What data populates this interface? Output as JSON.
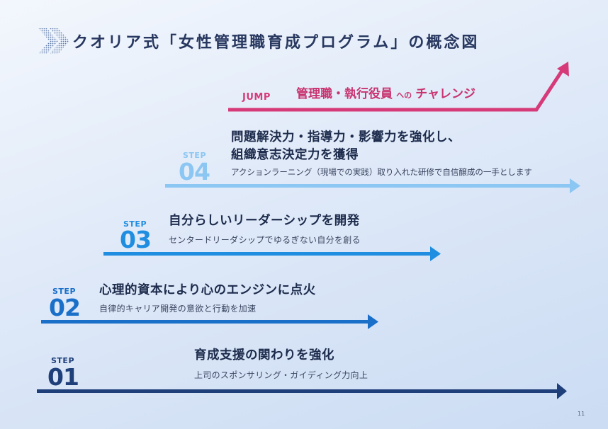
{
  "title": "クオリア式「女性管理職育成プログラム」の概念図",
  "page_number": "11",
  "jump": {
    "label": "JUMP",
    "text_main": "管理職・執行役員",
    "text_particle": "への",
    "text_end": "チャレンジ",
    "color": "#d63a78"
  },
  "steps": [
    {
      "label": "STEP",
      "number": "04",
      "heading_line1": "問題解決力・指導力・影響力を強化し、",
      "heading_line2": "組織意志決定力を獲得",
      "description": "アクションラーニング（現場での実践）取り入れた研修で自信醸成の一手とします",
      "color": "#8cc6f2"
    },
    {
      "label": "STEP",
      "number": "03",
      "heading": "自分らしいリーダーシップを開発",
      "description": "センタードリーダシップでゆるぎない自分を創る",
      "color": "#1f8de0"
    },
    {
      "label": "STEP",
      "number": "02",
      "heading": "心理的資本により心のエンジンに点火",
      "description": "自律的キャリア開発の意欲と行動を加速",
      "color": "#1a6fc9"
    },
    {
      "label": "STEP",
      "number": "01",
      "heading": "育成支援の関わりを強化",
      "description": "上司のスポンサリング・ガイディング力向上",
      "color": "#1f3f7a"
    }
  ]
}
